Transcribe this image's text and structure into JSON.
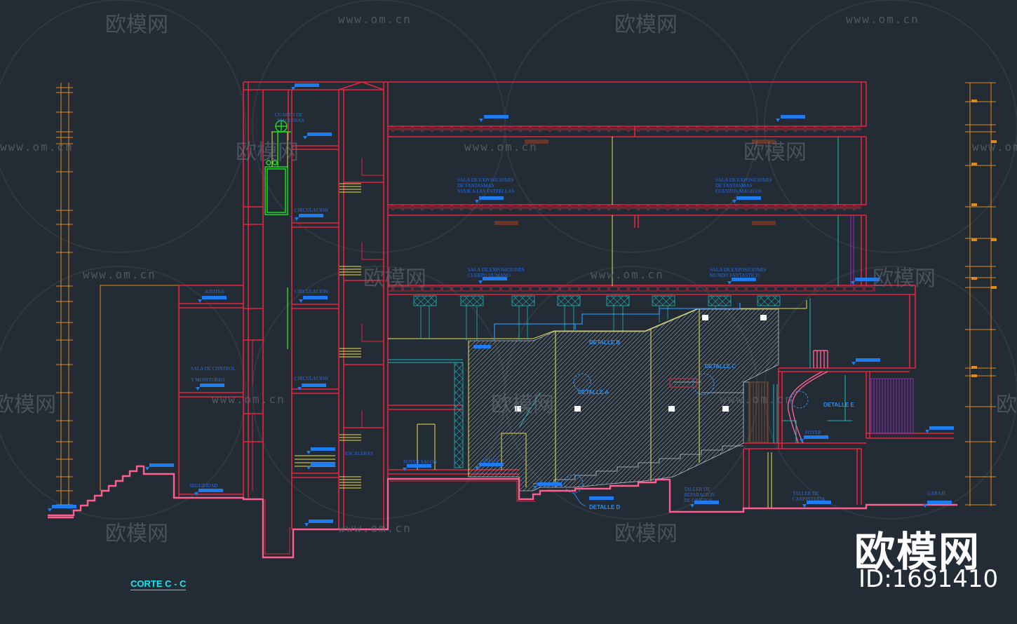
{
  "drawing": {
    "title": "CORTE C - C",
    "rooms": [
      {
        "id": "cuarto-maquinas",
        "text": "CUARTO DE\n  MAQUINAS"
      },
      {
        "id": "circulacion-1",
        "text": "CIRCULACION"
      },
      {
        "id": "circulacion-2",
        "text": "CIRCULACION"
      },
      {
        "id": "circulacion-3",
        "text": "CIRCULACION"
      },
      {
        "id": "sala-fantasmas-1",
        "text": "SALA DE EXPOSICIONES\nDE FANTASMAS\nVIAJE A LAS ESTRELLAS"
      },
      {
        "id": "sala-fantasmas-2",
        "text": "SALA DE EXPOSICIONES\nDE FANTASMAS\nCUENTOS MAGICOS"
      },
      {
        "id": "sala-cuerpo-humano",
        "text": "SALA DE EXPOSICIONES\nCUERPO HUMANO"
      },
      {
        "id": "sala-mundo-fantastico",
        "text": "SALA DE EXPOSICIONES\nMUNDO FANTASTICO"
      },
      {
        "id": "azotea",
        "text": "AZOTEA"
      },
      {
        "id": "sala-control",
        "text": "SALA DE CONTROL"
      },
      {
        "id": "y-monitoreo",
        "text": "Y MONITOREO"
      },
      {
        "id": "seguridad",
        "text": "SEGURIDAD"
      },
      {
        "id": "escaleras",
        "text": "ESCALERAS"
      },
      {
        "id": "foyer-left",
        "text": "FOYER SALON"
      },
      {
        "id": "palco",
        "text": "PALCO"
      },
      {
        "id": "foyer",
        "text": "FOYER"
      },
      {
        "id": "taller-reparacion",
        "text": "TALLER DE\nREPARACION\nDE OBJETOS"
      },
      {
        "id": "taller-carpinteria",
        "text": "TALLER DE\nCARPINTERIA"
      },
      {
        "id": "garaje",
        "text": "GARAJE"
      }
    ],
    "details": [
      {
        "id": "detalle-a",
        "text": "DETALLE A"
      },
      {
        "id": "detalle-b",
        "text": "DETALLE B"
      },
      {
        "id": "detalle-c",
        "text": "DETALLE C"
      },
      {
        "id": "detalle-d",
        "text": "DETALLE D"
      },
      {
        "id": "detalle-e",
        "text": "DETALLE E"
      }
    ],
    "colors": {
      "background": "#232b35",
      "walls": "#e5243b",
      "ground": "#ff5f8f",
      "elevator": "#19e619",
      "seating_hatch": "#b7bec6",
      "yellow_lines": "#e8e050",
      "cyan_lines": "#1fb9b9",
      "level_tags": "#1e7bf0",
      "dimension_lines": "#e08a1a"
    }
  },
  "watermark": {
    "url": "www.om.cn",
    "brand": "欧模网",
    "corner_brand": "欧模网",
    "id_label": "ID:1691410"
  }
}
